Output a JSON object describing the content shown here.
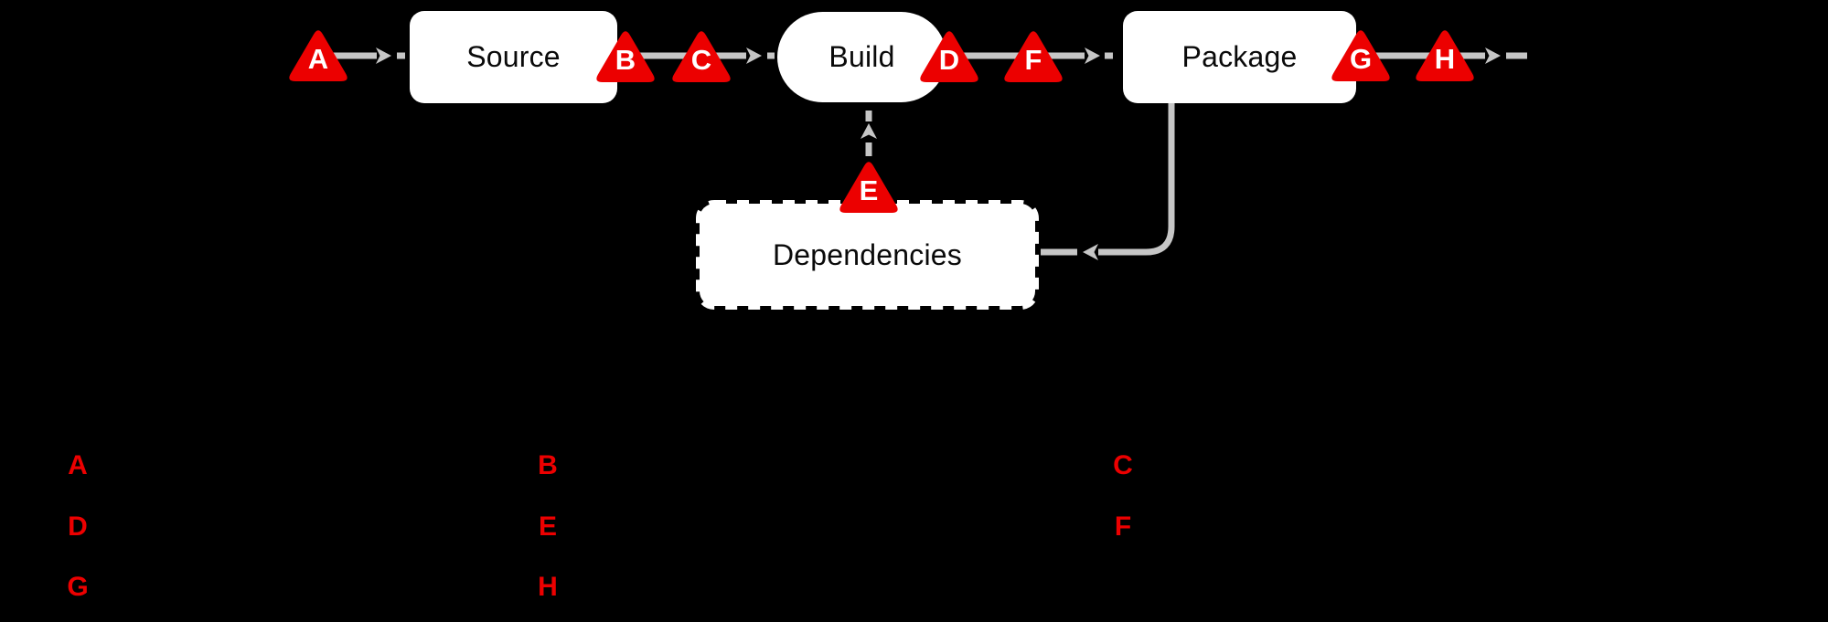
{
  "colors": {
    "background": "#000000",
    "node_fill": "#ffffff",
    "node_text": "#0a0a0a",
    "connector_gray": "#c6c6c6",
    "threat_red": "#ec0000",
    "threat_letter": "#ffffff"
  },
  "diagram": {
    "nodes": {
      "source": {
        "label": "Source",
        "shape": "rounded-rect"
      },
      "build": {
        "label": "Build",
        "shape": "stadium"
      },
      "package": {
        "label": "Package",
        "shape": "rounded-rect"
      },
      "dependencies": {
        "label": "Dependencies",
        "shape": "dashed-rounded-rect"
      }
    },
    "connections": [
      {
        "from": "start",
        "to": "source",
        "style": "dashed-arrow"
      },
      {
        "from": "source",
        "to": "build",
        "style": "dashed-arrow"
      },
      {
        "from": "build",
        "to": "package",
        "style": "dashed-arrow"
      },
      {
        "from": "package",
        "to": "end",
        "style": "dashed-arrow"
      },
      {
        "from": "dependencies",
        "to": "build",
        "style": "dashed-arrow"
      },
      {
        "from": "package",
        "to": "dependencies",
        "style": "curved-arrow"
      }
    ],
    "threat_markers": [
      {
        "label": "A",
        "position": "before-source"
      },
      {
        "label": "B",
        "position": "source-exit"
      },
      {
        "label": "C",
        "position": "source-to-build"
      },
      {
        "label": "D",
        "position": "build-exit"
      },
      {
        "label": "E",
        "position": "dependencies-to-build"
      },
      {
        "label": "F",
        "position": "build-to-package"
      },
      {
        "label": "G",
        "position": "package-exit"
      },
      {
        "label": "H",
        "position": "after-package"
      }
    ]
  },
  "legend": {
    "items": [
      {
        "label": "A",
        "column": 1,
        "row": 1
      },
      {
        "label": "B",
        "column": 2,
        "row": 1
      },
      {
        "label": "C",
        "column": 3,
        "row": 1
      },
      {
        "label": "D",
        "column": 1,
        "row": 2
      },
      {
        "label": "E",
        "column": 2,
        "row": 2
      },
      {
        "label": "F",
        "column": 3,
        "row": 2
      },
      {
        "label": "G",
        "column": 1,
        "row": 3
      },
      {
        "label": "H",
        "column": 2,
        "row": 3
      }
    ]
  }
}
